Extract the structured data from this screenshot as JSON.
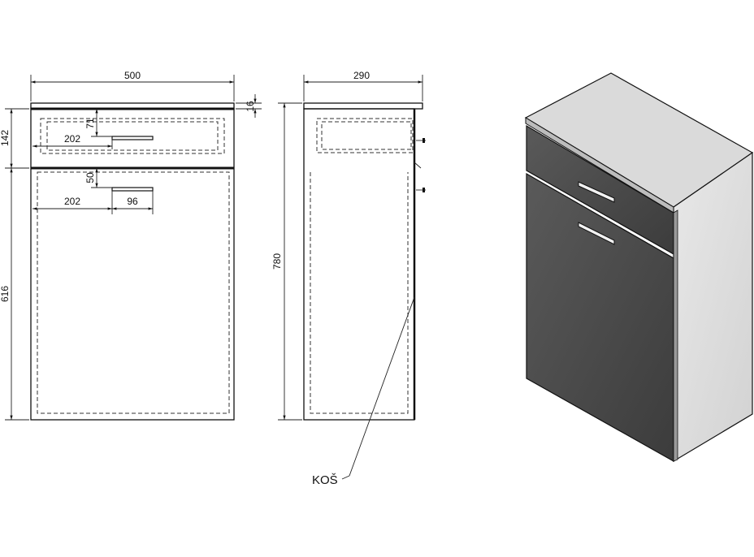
{
  "dimensions": {
    "width": "500",
    "depth": "290",
    "top_thickness": "16",
    "drawer_height": "142",
    "door_height": "616",
    "total_height": "780",
    "handle_offset_drawer": "71",
    "handle_offset_door": "50",
    "handle_left_drawer": "202",
    "handle_left_door": "202",
    "handle_length": "96"
  },
  "callout": {
    "label": "KOŠ"
  },
  "colors": {
    "line": "#111111",
    "front_dark": "#4a4a4a",
    "side_light": "#e4e4e4",
    "top_light": "#d9d9d9"
  }
}
